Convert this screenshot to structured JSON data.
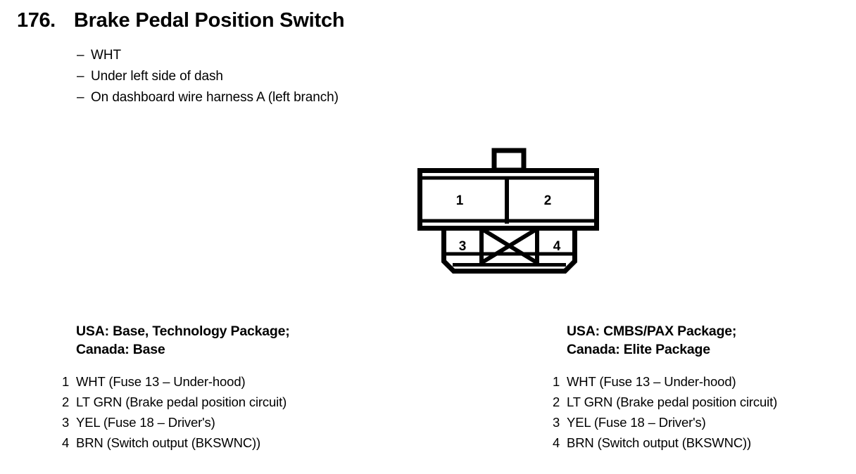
{
  "page": {
    "item_number": "176.",
    "title": "Brake Pedal Position Switch",
    "bullet_marker": "–",
    "bullets": [
      "WHT",
      "Under left side of dash",
      "On dashboard wire harness A (left branch)"
    ]
  },
  "connector": {
    "name": "4-pin connector",
    "cells": [
      {
        "label": "1"
      },
      {
        "label": "2"
      },
      {
        "label": "3"
      },
      {
        "label": "4"
      }
    ],
    "blank_cell": "X",
    "line_color": "#000000",
    "fill_color": "#ffffff"
  },
  "legends": [
    {
      "heading_line1": "USA: Base, Technology Package;",
      "heading_line2": "Canada: Base",
      "pins": [
        {
          "num": "1",
          "text": "WHT (Fuse 13 – Under-hood)"
        },
        {
          "num": "2",
          "text": "LT GRN (Brake pedal position circuit)"
        },
        {
          "num": "3",
          "text": "YEL (Fuse 18 – Driver's)"
        },
        {
          "num": "4",
          "text": "BRN (Switch output (BKSWNC))"
        }
      ]
    },
    {
      "heading_line1": "USA: CMBS/PAX Package;",
      "heading_line2": "Canada: Elite Package",
      "pins": [
        {
          "num": "1",
          "text": "WHT (Fuse 13 – Under-hood)"
        },
        {
          "num": "2",
          "text": "LT GRN (Brake pedal position circuit)"
        },
        {
          "num": "3",
          "text": "YEL (Fuse 18 – Driver's)"
        },
        {
          "num": "4",
          "text": "BRN (Switch output (BKSWNC))"
        }
      ]
    }
  ]
}
